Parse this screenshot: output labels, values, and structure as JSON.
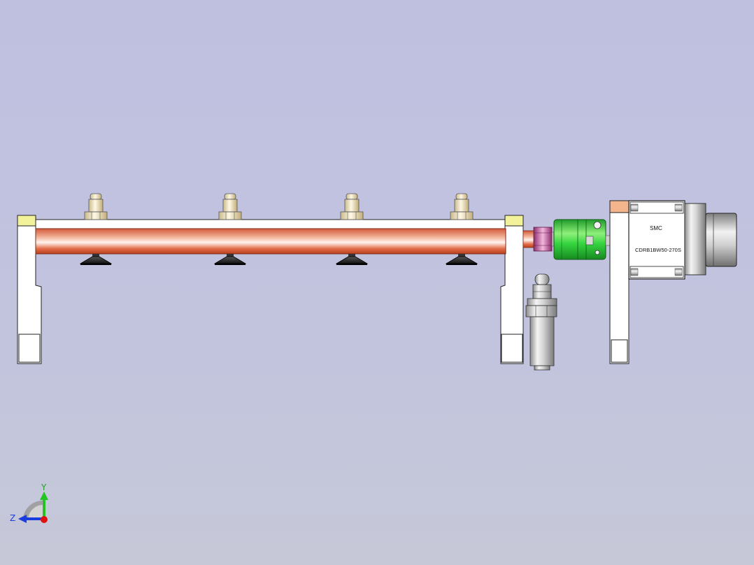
{
  "scene": {
    "actuator_text": {
      "brand": "SMC",
      "model": "CDRB1BW50-270S"
    },
    "fixture": {
      "nozzle_count": 4,
      "suction_cup_count": 4
    }
  },
  "triad": {
    "y_label": "Y",
    "z_label": "Z",
    "colors": {
      "y_axis": "#22c322",
      "z_axis": "#1a3de0",
      "x_dot": "#e01010"
    }
  },
  "colors": {
    "background_top": "#bfc0e0",
    "background_bottom": "#c6c8d8",
    "tube": "#e0704a",
    "coupling": "#2ed13a",
    "fitting": "#c0509a",
    "bracket_highlight": "#f2f29a",
    "actuator_block": "#f4b48c"
  }
}
